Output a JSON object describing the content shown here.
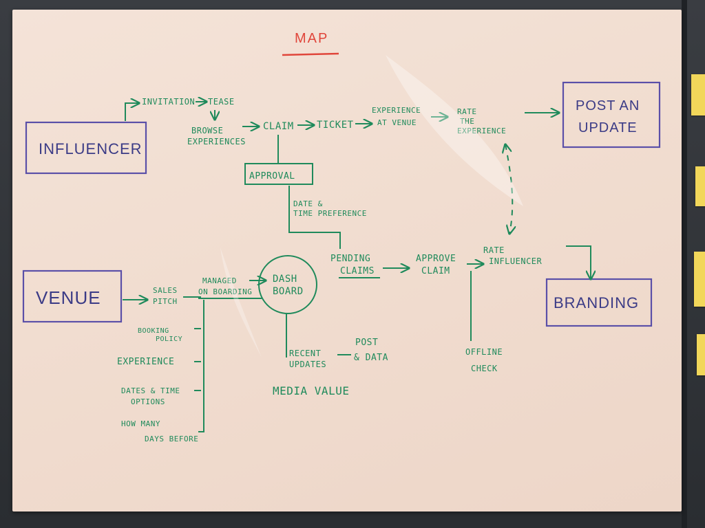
{
  "title": "MAP",
  "boxes": {
    "influencer": "INFLUENCER",
    "venue": "VENUE",
    "post_an_update_line1": "POST AN",
    "post_an_update_line2": "UPDATE",
    "branding": "BRANDING",
    "approval": "APPROVAL",
    "dashboard_line1": "DASH",
    "dashboard_line2": "BOARD"
  },
  "influencer_flow": {
    "invitation": "INVITATION",
    "tease": "TEASE",
    "browse_line1": "BROWSE",
    "browse_line2": "EXPERIENCES",
    "claim": "CLAIM",
    "ticket": "TICKET",
    "experience_line1": "EXPERIENCE",
    "experience_line2": "AT VENUE",
    "rate_line1": "RATE",
    "rate_line2": "THE",
    "rate_line3": "EXPERIENCE",
    "date_pref_line1": "DATE &",
    "date_pref_line2": "TIME PREFERENCE"
  },
  "venue_flow": {
    "sales_line1": "SALES",
    "sales_line2": "PITCH",
    "managed_line1": "MANAGED",
    "managed_line2": "ON BOARDING",
    "pending_line1": "PENDING",
    "pending_line2": "CLAIMS",
    "approve_line1": "APPROVE",
    "approve_line2": "CLAIM",
    "rate_inf_line1": "RATE",
    "rate_inf_line2": "INFLUENCER",
    "offline_line1": "OFFLINE",
    "offline_line2": "CHECK",
    "recent_line1": "RECENT",
    "recent_line2": "UPDATES",
    "post_data_line1": "POST",
    "post_data_line2": "& DATA",
    "media_value": "MEDIA VALUE"
  },
  "onboarding_items": {
    "booking_line1": "BOOKING",
    "booking_line2": "POLICY",
    "experience": "EXPERIENCE",
    "dates_line1": "DATES & TIME",
    "dates_line2": "OPTIONS",
    "how_many_line1": "HOW MANY",
    "how_many_line2": "DAYS BEFORE"
  },
  "colors": {
    "poster": "#f1ddd0",
    "green_marker": "#1f8a5b",
    "blue_marker": "#3b3b86",
    "red_marker": "#e0453a"
  }
}
